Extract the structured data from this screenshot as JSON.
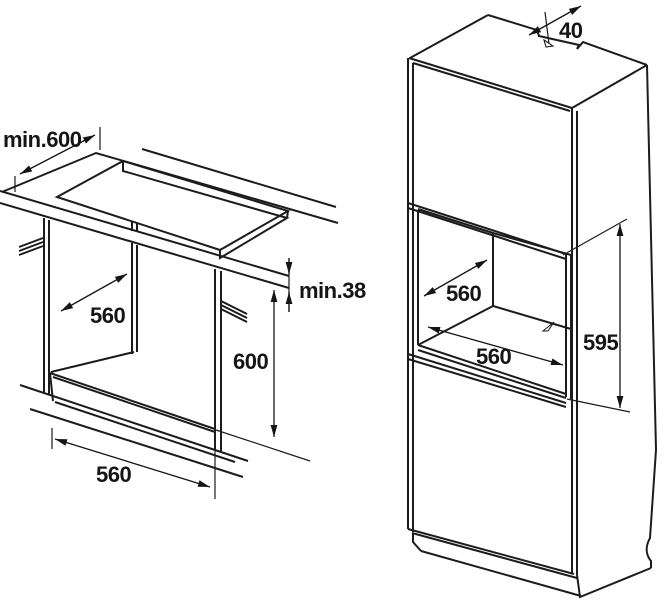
{
  "page": {
    "background": "#ffffff",
    "line_color": "#1c1c1c",
    "text_color": "#151515"
  },
  "left_figure": {
    "dimensions": {
      "worktop_depth": "min.600",
      "niche_depth": "560",
      "niche_height": "600",
      "niche_width": "560",
      "worktop_thickness": "min.38"
    }
  },
  "right_figure": {
    "dimensions": {
      "rear_top_gap": "40",
      "niche_depth": "560",
      "niche_width": "560",
      "niche_height": "595"
    }
  }
}
